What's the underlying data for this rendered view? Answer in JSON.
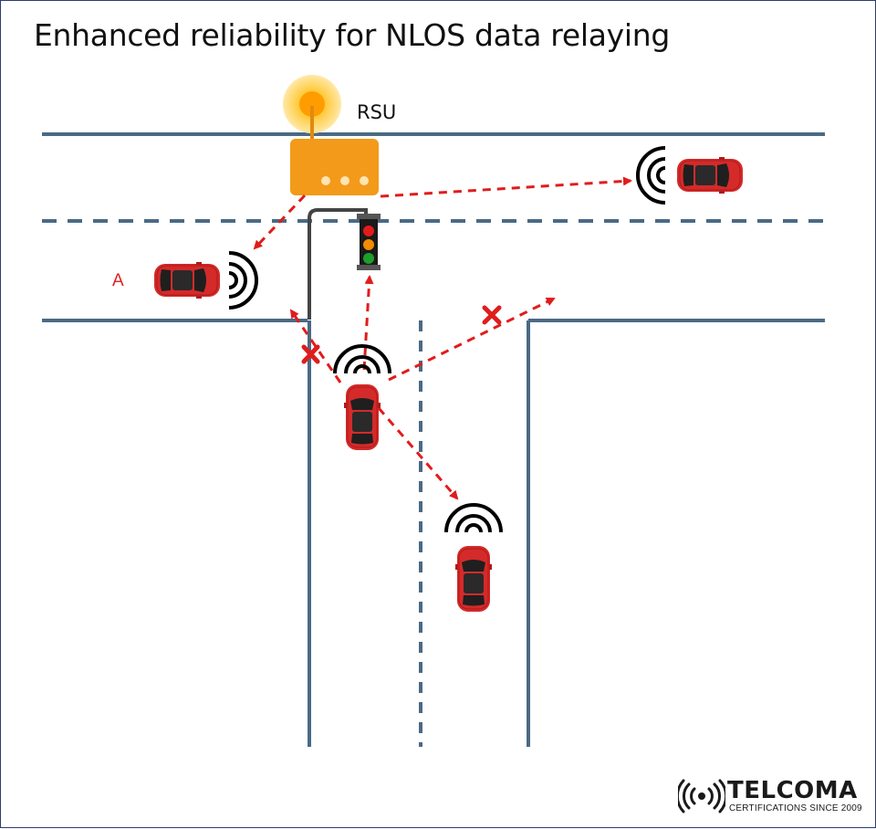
{
  "title": "Enhanced reliability for NLOS data relaying",
  "labels": {
    "rsu": "RSU",
    "vehicle_a": "A"
  },
  "logo": {
    "name": "TELCOMA",
    "tagline": "CERTIFICATIONS SINCE 2009"
  },
  "colors": {
    "road": "#4a6a85",
    "link": "#e01c1c",
    "car": "#d42a2a",
    "rsu": "#f39a1a"
  },
  "icons": [
    "rsu-beacon-icon",
    "traffic-light-icon",
    "wireless-signal-icon",
    "blocked-link-icon",
    "wifi-logo-icon"
  ]
}
